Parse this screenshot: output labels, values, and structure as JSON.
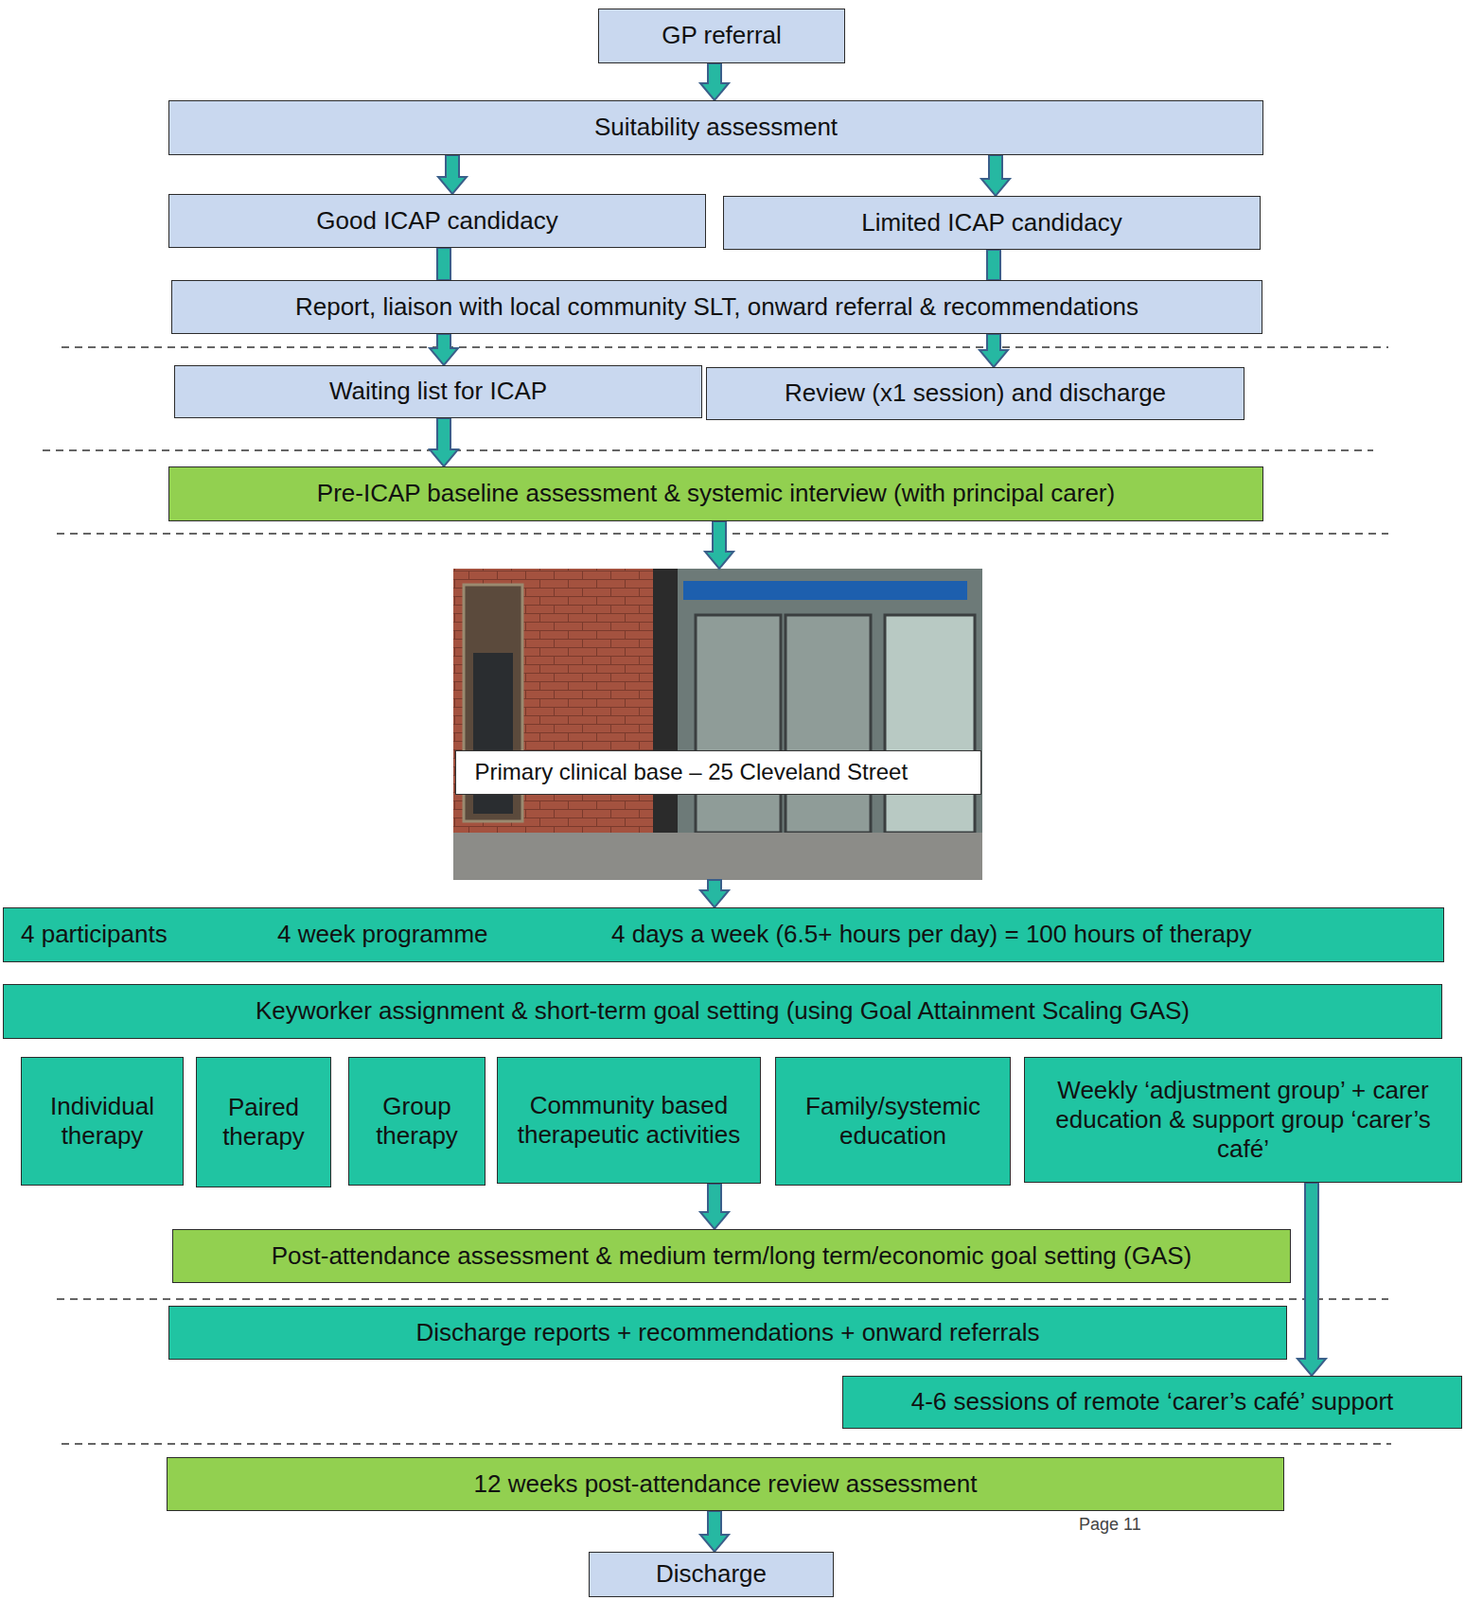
{
  "diagram": {
    "nodes": [
      {
        "text": [
          "GP referral"
        ]
      },
      {
        "text": [
          "Suitability assessment"
        ]
      },
      {
        "text": [
          "Good ICAP candidacy"
        ]
      },
      {
        "text": [
          "Limited ICAP candidacy"
        ]
      },
      {
        "text": [
          "Report, liaison with local community SLT, onward referral & recommendations"
        ]
      },
      {
        "text": [
          "Waiting list for ICAP"
        ]
      },
      {
        "text": [
          "Review (x1 session) and discharge"
        ]
      },
      {
        "text": [
          "Pre-ICAP baseline assessment & systemic interview (with principal carer)"
        ]
      },
      {
        "text": [
          "Primary clinical base – 25 Cleveland Street"
        ]
      },
      {
        "text": [
          "4 participants",
          "4 week programme",
          "4 days a week (6.5+ hours per day) = 100 hours of therapy"
        ]
      },
      {
        "text": [
          "Keyworker assignment & short-term goal setting (using Goal Attainment Scaling GAS)"
        ]
      },
      {
        "text": [
          "Individual therapy"
        ]
      },
      {
        "text": [
          "Paired therapy"
        ]
      },
      {
        "text": [
          "Group therapy"
        ]
      },
      {
        "text": [
          "Community based therapeutic activities"
        ]
      },
      {
        "text": [
          "Family/systemic education"
        ]
      },
      {
        "text": [
          "Weekly ‘adjustment group’ + carer education & support group ‘carer’s café’"
        ]
      },
      {
        "text": [
          "Post-attendance assessment & medium term/long term/economic goal setting (GAS)"
        ]
      },
      {
        "text": [
          "Discharge reports + recommendations + onward referrals"
        ]
      },
      {
        "text": [
          "4-6 sessions of remote ‘carer’s café’ support"
        ]
      },
      {
        "text": [
          "12 weeks post-attendance review assessment"
        ]
      },
      {
        "text": [
          "Discharge"
        ]
      }
    ],
    "edges": [
      {
        "from": 0,
        "to": 1,
        "arrow": "to"
      },
      {
        "from": 1,
        "to": 2,
        "arrow": "to"
      },
      {
        "from": 1,
        "to": 3,
        "arrow": "to"
      },
      {
        "from": 2,
        "to": 4,
        "arrow": "none"
      },
      {
        "from": 3,
        "to": 4,
        "arrow": "none"
      },
      {
        "from": 4,
        "to": 5,
        "arrow": "to"
      },
      {
        "from": 4,
        "to": 6,
        "arrow": "to"
      },
      {
        "from": 5,
        "to": 7,
        "arrow": "to"
      },
      {
        "from": 7,
        "to": 8,
        "arrow": "to"
      },
      {
        "from": 8,
        "to": 9,
        "arrow": "to"
      },
      {
        "from": 14,
        "to": 17,
        "arrow": "to"
      },
      {
        "from": 16,
        "to": 19,
        "arrow": "to"
      },
      {
        "from": 20,
        "to": 21,
        "arrow": "to"
      }
    ],
    "labels": [
      "Page 11"
    ]
  }
}
